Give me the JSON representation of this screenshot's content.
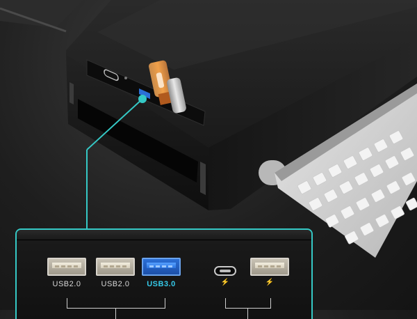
{
  "image": {
    "description_kind": "product-photo",
    "accent_color": "#35c9c6"
  },
  "ports": [
    {
      "type": "USB-A",
      "label": "USB2.0",
      "color": "#c8c2b4"
    },
    {
      "type": "USB-A",
      "label": "USB2.0",
      "color": "#c8c2b4"
    },
    {
      "type": "USB-A",
      "label": "USB3.0",
      "color": "#2b6fd6"
    },
    {
      "type": "USB-C",
      "label": "⚡",
      "color": "#c9c9c9"
    },
    {
      "type": "USB-A",
      "label": "⚡",
      "color": "#c8c2b4"
    }
  ],
  "colors": {
    "label_default": "#d8d8d8",
    "label_highlight": "#35c9e8",
    "monitor_stand_body": "#1b1b1b",
    "usb_drive_cap": "#e8893a",
    "keyboard_body": "#d4d4d4"
  }
}
